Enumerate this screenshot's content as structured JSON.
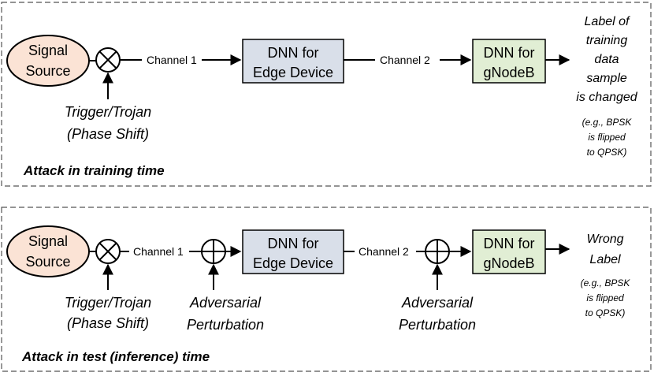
{
  "panels": [
    {
      "caption": "Attack in training time",
      "source": {
        "line1": "Signal",
        "line2": "Source"
      },
      "channel1": "Channel 1",
      "channel2": "Channel 2",
      "trigger": {
        "line1": "Trigger/Trojan",
        "line2": "(Phase Shift)"
      },
      "edge_box": {
        "line1": "DNN for",
        "line2": "Edge Device"
      },
      "gnb_box": {
        "line1": "DNN for",
        "line2": "gNodeB"
      },
      "output": [
        "Label of",
        "training",
        "data",
        "sample",
        "is changed"
      ],
      "note": [
        "(e.g., BPSK",
        "is flipped",
        "to QPSK)"
      ]
    },
    {
      "caption": "Attack in test (inference) time",
      "source": {
        "line1": "Signal",
        "line2": "Source"
      },
      "channel1": "Channel 1",
      "channel2": "Channel 2",
      "trigger": {
        "line1": "Trigger/Trojan",
        "line2": "(Phase Shift)"
      },
      "perturbation1": {
        "line1": "Adversarial",
        "line2": "Perturbation"
      },
      "perturbation2": {
        "line1": "Adversarial",
        "line2": "Perturbation"
      },
      "edge_box": {
        "line1": "DNN for",
        "line2": "Edge Device"
      },
      "gnb_box": {
        "line1": "DNN for",
        "line2": "gNodeB"
      },
      "output": [
        "Wrong",
        "Label"
      ],
      "note": [
        "(e.g., BPSK",
        "is flipped",
        "to QPSK)"
      ]
    }
  ],
  "colors": {
    "source_fill": "#fbe3d5",
    "edge_fill": "#d9dfe9",
    "gnb_fill": "#e1eed4",
    "stroke": "#000000",
    "frame": "#555555"
  }
}
